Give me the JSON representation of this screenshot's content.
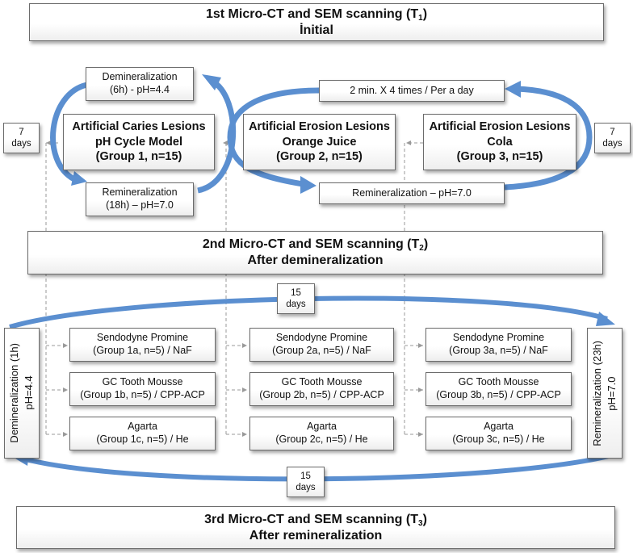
{
  "scans": {
    "t1": {
      "title": "1st Micro-CT and SEM scanning (T",
      "sub": "1",
      "close": ")",
      "line2": "İnitial"
    },
    "t2": {
      "title": "2nd Micro-CT and SEM scanning (T",
      "sub": "2",
      "close": ")",
      "line2": "After demineralization"
    },
    "t3": {
      "title": "3rd Micro-CT and SEM scanning (T",
      "sub": "3",
      "close": ")",
      "line2": "After remineralization"
    }
  },
  "cycle1": {
    "demin_line1": "Demineralization",
    "demin_line2": "(6h) - pH=4.4",
    "remin_line1": "Remineralization",
    "remin_line2": "(18h) – pH=7.0",
    "days_value": "7",
    "days_unit": "days"
  },
  "cycle2": {
    "schedule": "2 min. X 4 times / Per a day",
    "remin": "Remineralization – pH=7.0",
    "days_value": "7",
    "days_unit": "days"
  },
  "groups": [
    {
      "line1": "Artificial Caries Lesions",
      "line2": "pH Cycle Model",
      "line3": "(Group 1, n=15)"
    },
    {
      "line1": "Artificial Erosion Lesions",
      "line2": "Orange Juice",
      "line3": "(Group 2, n=15)"
    },
    {
      "line1": "Artificial Erosion Lesions",
      "line2": "Cola",
      "line3": "(Group 3, n=15)"
    }
  ],
  "treatments": [
    [
      {
        "name": "Sendodyne Promine",
        "detail": "(Group 1a, n=5) / NaF"
      },
      {
        "name": "GC Tooth Mousse",
        "detail": "(Group 1b, n=5) / CPP-ACP"
      },
      {
        "name": "Agarta",
        "detail": "(Group 1c, n=5) / He"
      }
    ],
    [
      {
        "name": "Sendodyne Promine",
        "detail": "(Group 2a, n=5) / NaF"
      },
      {
        "name": "GC Tooth Mousse",
        "detail": "(Group 2b, n=5) / CPP-ACP"
      },
      {
        "name": "Agarta",
        "detail": "(Group 2c, n=5) / He"
      }
    ],
    [
      {
        "name": "Sendodyne Promine",
        "detail": "(Group 3a, n=5) / NaF"
      },
      {
        "name": "GC Tooth Mousse",
        "detail": "(Group 3b, n=5) / CPP-ACP"
      },
      {
        "name": "Agarta",
        "detail": "(Group 3c, n=5) / He"
      }
    ]
  ],
  "cycle3": {
    "demin_line1": "Demineralization (1h)",
    "demin_line2": "pH=4.4",
    "remin_line1": "Remineralization (23h)",
    "remin_line2": "pH=7.0",
    "days_top_value": "15",
    "days_top_unit": "days",
    "days_bottom_value": "15",
    "days_bottom_unit": "days"
  },
  "colors": {
    "arrow_fill": "#5b8fd0",
    "arrow_stroke": "#3b6fae",
    "connector": "#9a9a9a",
    "box_border": "#6b6b6b"
  }
}
